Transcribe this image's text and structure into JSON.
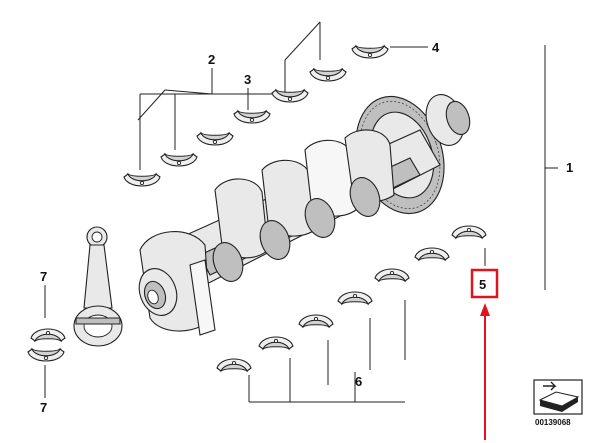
{
  "callouts": {
    "c1": "1",
    "c2": "2",
    "c3": "3",
    "c4": "4",
    "c5": "5",
    "c6": "6",
    "c7_top": "7",
    "c7_bottom": "7"
  },
  "reference_number": "00139068",
  "icon": "drawing-reference-icon",
  "colors": {
    "highlight": "#e0141e",
    "line": "#222222"
  }
}
